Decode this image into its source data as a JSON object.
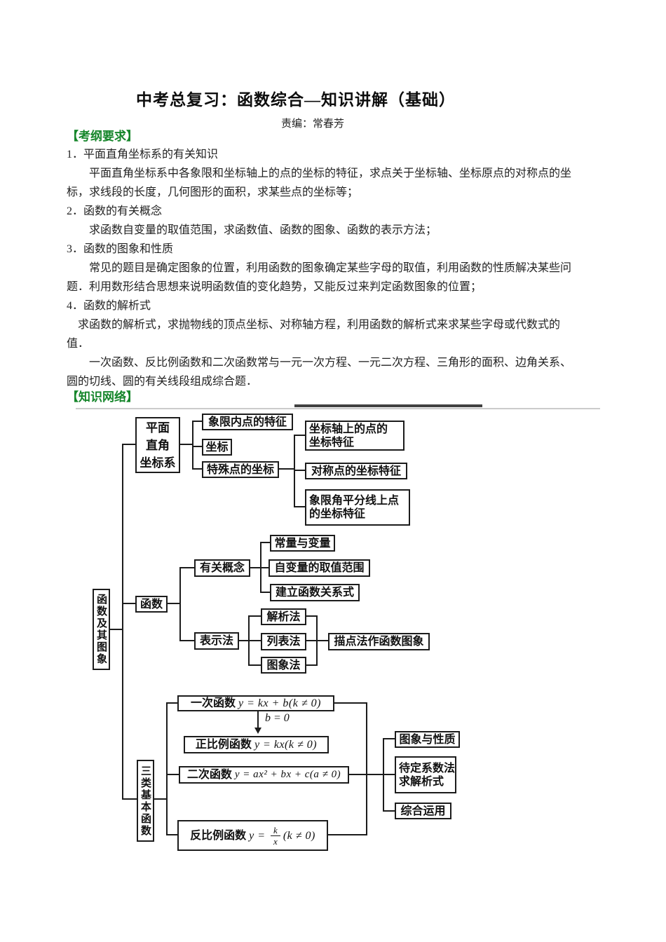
{
  "doc": {
    "title": "中考总复习：函数综合—知识讲解（基础）",
    "editor": "责编：常春芳"
  },
  "colors": {
    "header_green": "#16862b",
    "ink": "#1c1c1c"
  },
  "outline": {
    "header": "【考纲要求】",
    "lines": [
      "1．平面直角坐标系的有关知识",
      "　　平面直角坐标系中各象限和坐标轴上的点的坐标的特征，求点关于坐标轴、坐标原点的对称点的坐",
      "标，求线段的长度，几何图形的面积，求某些点的坐标等；",
      "2．函数的有关概念",
      "　　求函数自变量的取值范围，求函数值、函数的图象、函数的表示方法；",
      "3．函数的图象和性质",
      "　　常见的题目是确定图象的位置，利用函数的图象确定某些字母的取值，利用函数的性质解决某些问",
      "题．利用数形结合思想来说明函数值的变化趋势，又能反过来判定函数图象的位置；",
      "4．函数的解析式",
      "　求函数的解析式，求抛物线的顶点坐标、对称轴方程，利用函数的解析式来求某些字母或代数式的",
      "值．",
      "　　一次函数、反比例函数和二次函数常与一元一次方程、一元二次方程、三角形的面积、边角关系、",
      "圆的切线、圆的有关线段组成综合题．"
    ]
  },
  "network": {
    "header": "【知识网络】"
  },
  "diagram": {
    "nodes": {
      "plane": "平面\n直角\n坐标系",
      "quadrant_point": "象限内点的特征",
      "coordinate": "坐标",
      "special_points": "特殊点的坐标",
      "axis_points": "坐标轴上的点的\n坐标特征",
      "symmetric_points": "对称点的坐标特征",
      "bisector_points": "象限角平分线上点\n的坐标特征",
      "root": "函数及其图象",
      "function": "函数",
      "concepts": "有关概念",
      "constant_variable": "常量与变量",
      "variable_range": "自变量的取值范围",
      "build_relation": "建立函数关系式",
      "representation": "表示法",
      "analytic_method": "解析法",
      "table_method": "列表法",
      "graph_method": "图象法",
      "plotting": "描点法作函数图象",
      "three_basic": "三类基本函数",
      "linear": {
        "prefix": "一次函数",
        "math": "y = kx + b(k ≠ 0)"
      },
      "b_zero": "b = 0",
      "proportional": {
        "prefix": "正比例函数",
        "math": "y = kx(k ≠ 0)"
      },
      "quadratic": {
        "prefix": "二次函数",
        "math": "y = ax² + bx + c(a ≠ 0)"
      },
      "inverse": {
        "prefix": "反比例函数",
        "math_pre": "y = ",
        "frac_num": "k",
        "frac_den": "x",
        "math_post": "(k ≠ 0)"
      },
      "graph_property": "图象与性质",
      "undetermined_coeff": "待定系数法\n求解析式",
      "comprehensive": "综合运用"
    }
  }
}
